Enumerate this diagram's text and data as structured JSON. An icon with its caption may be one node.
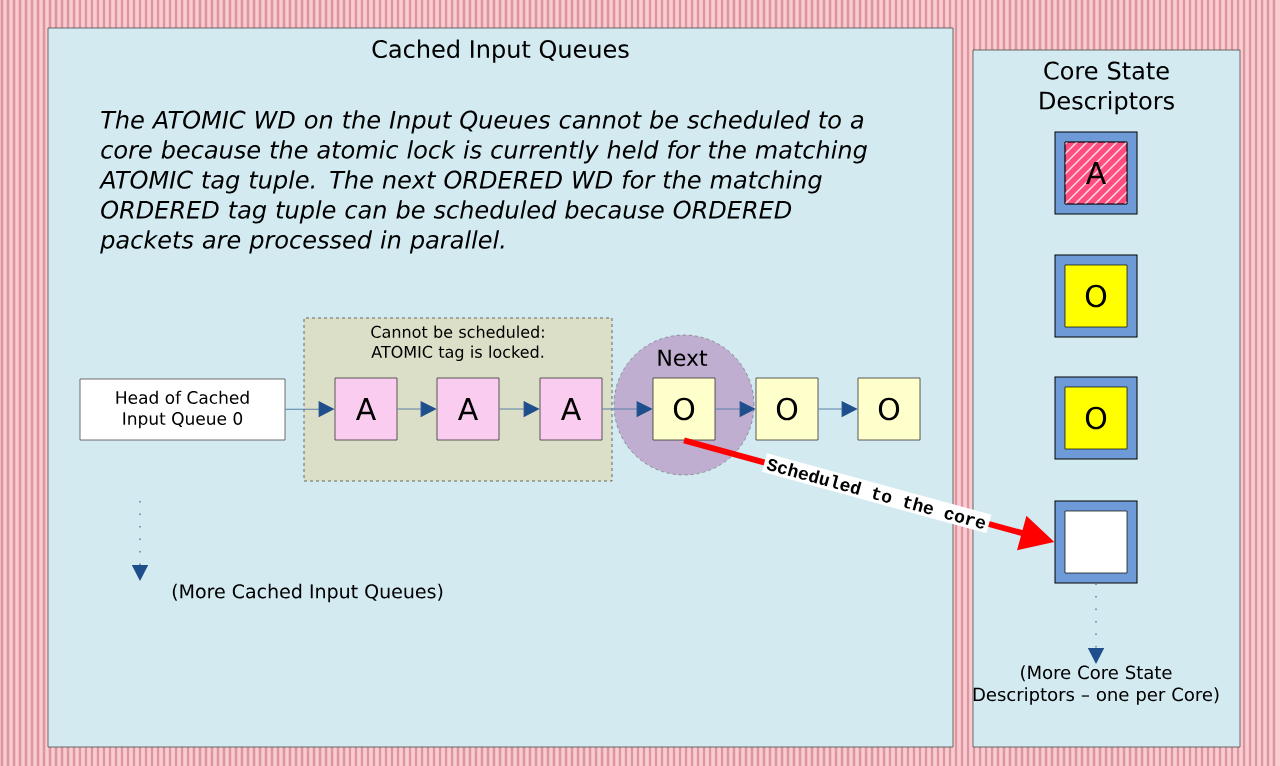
{
  "diagram": {
    "nodes": [
      {
        "text": [
          "Cached Input Queues",
          "The ATOMIC WD on the Input Queues cannot be scheduled to a core because the atomic lock is currently held for the matching ATOMIC tag tuple.  The next ORDERED WD for the matching ORDERED tag tuple can be scheduled because ORDERED packets are processed in parallel."
        ]
      },
      {
        "text": [
          "Core State Descriptors"
        ]
      },
      {
        "text": [
          "Cannot be scheduled:  ATOMIC tag is locked."
        ],
        "in": 0
      },
      {
        "text": [
          "Head of Cached Input Queue 0"
        ],
        "in": 0
      },
      {
        "text": [
          "A"
        ],
        "in": 2
      },
      {
        "text": [
          "A"
        ],
        "in": 2
      },
      {
        "text": [
          "A"
        ],
        "in": 2
      },
      {
        "text": [
          "Next"
        ],
        "in": 0
      },
      {
        "text": [
          "O"
        ],
        "in": 7
      },
      {
        "text": [
          "O"
        ],
        "in": 0
      },
      {
        "text": [
          "O"
        ],
        "in": 0
      },
      {
        "text": [
          "(More Cached Input Queues)"
        ],
        "in": 0
      },
      {
        "text": [
          "A"
        ],
        "in": 1
      },
      {
        "text": [
          "O"
        ],
        "in": 1
      },
      {
        "text": [
          "O"
        ],
        "in": 1
      },
      {
        "text": [],
        "shape": "box",
        "in": 1
      },
      {
        "text": [
          "(More Core State Descriptors – one per Core)"
        ],
        "in": 1
      }
    ],
    "edges": [
      {
        "from": 3,
        "to": 4,
        "arrow": "to"
      },
      {
        "from": 4,
        "to": 5,
        "arrow": "to"
      },
      {
        "from": 5,
        "to": 6,
        "arrow": "to"
      },
      {
        "from": 6,
        "to": 8,
        "arrow": "to"
      },
      {
        "from": 8,
        "to": 9,
        "arrow": "to"
      },
      {
        "from": 9,
        "to": 10,
        "arrow": "to"
      },
      {
        "from": 8,
        "to": 15,
        "arrow": "to",
        "label": "Scheduled to the core",
        "style": "thick",
        "color": "#ff0000"
      },
      {
        "from": null,
        "to": 11,
        "arrow": "to",
        "style": "dashed"
      },
      {
        "from": 15,
        "to": 16,
        "arrow": "to",
        "style": "dashed"
      }
    ]
  }
}
